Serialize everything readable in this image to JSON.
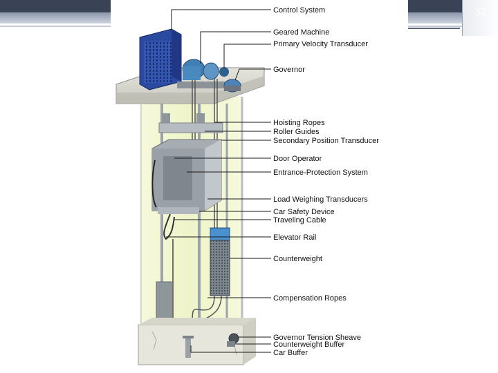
{
  "slide": {
    "page_number": "32"
  },
  "diagram": {
    "labels": [
      {
        "id": "control-system",
        "text": "Control System"
      },
      {
        "id": "geared-machine",
        "text": "Geared Machine"
      },
      {
        "id": "primary-velocity-transducer",
        "text": "Primary Velocity Transducer"
      },
      {
        "id": "governor",
        "text": "Governor"
      },
      {
        "id": "hoisting-ropes",
        "text": "Hoisting Ropes"
      },
      {
        "id": "roller-guides",
        "text": "Roller Guides"
      },
      {
        "id": "secondary-position-transducer",
        "text": "Secondary Position Transducer"
      },
      {
        "id": "door-operator",
        "text": "Door Operator"
      },
      {
        "id": "entrance-protection-system",
        "text": "Entrance-Protection System"
      },
      {
        "id": "load-weighing-transducers",
        "text": "Load Weighing Transducers"
      },
      {
        "id": "car-safety-device",
        "text": "Car Safety Device"
      },
      {
        "id": "traveling-cable",
        "text": "Traveling Cable"
      },
      {
        "id": "elevator-rail",
        "text": "Elevator Rail"
      },
      {
        "id": "counterweight",
        "text": "Counterweight"
      },
      {
        "id": "compensation-ropes",
        "text": "Compensation Ropes"
      },
      {
        "id": "governor-tension-sheave",
        "text": "Governor Tension Sheave"
      },
      {
        "id": "counterweight-buffer",
        "text": "Counterweight Buffer"
      },
      {
        "id": "car-buffer",
        "text": "Car Buffer"
      }
    ]
  },
  "colors": {
    "band_dark": "#3a4356",
    "cabinet_blue": "#2f4fa8",
    "machine_blue": "#3f7fb5",
    "shaft_glow": "#f3f7d6",
    "car_gray": "#a8adb3",
    "counterweight_gray": "#6e7781"
  }
}
